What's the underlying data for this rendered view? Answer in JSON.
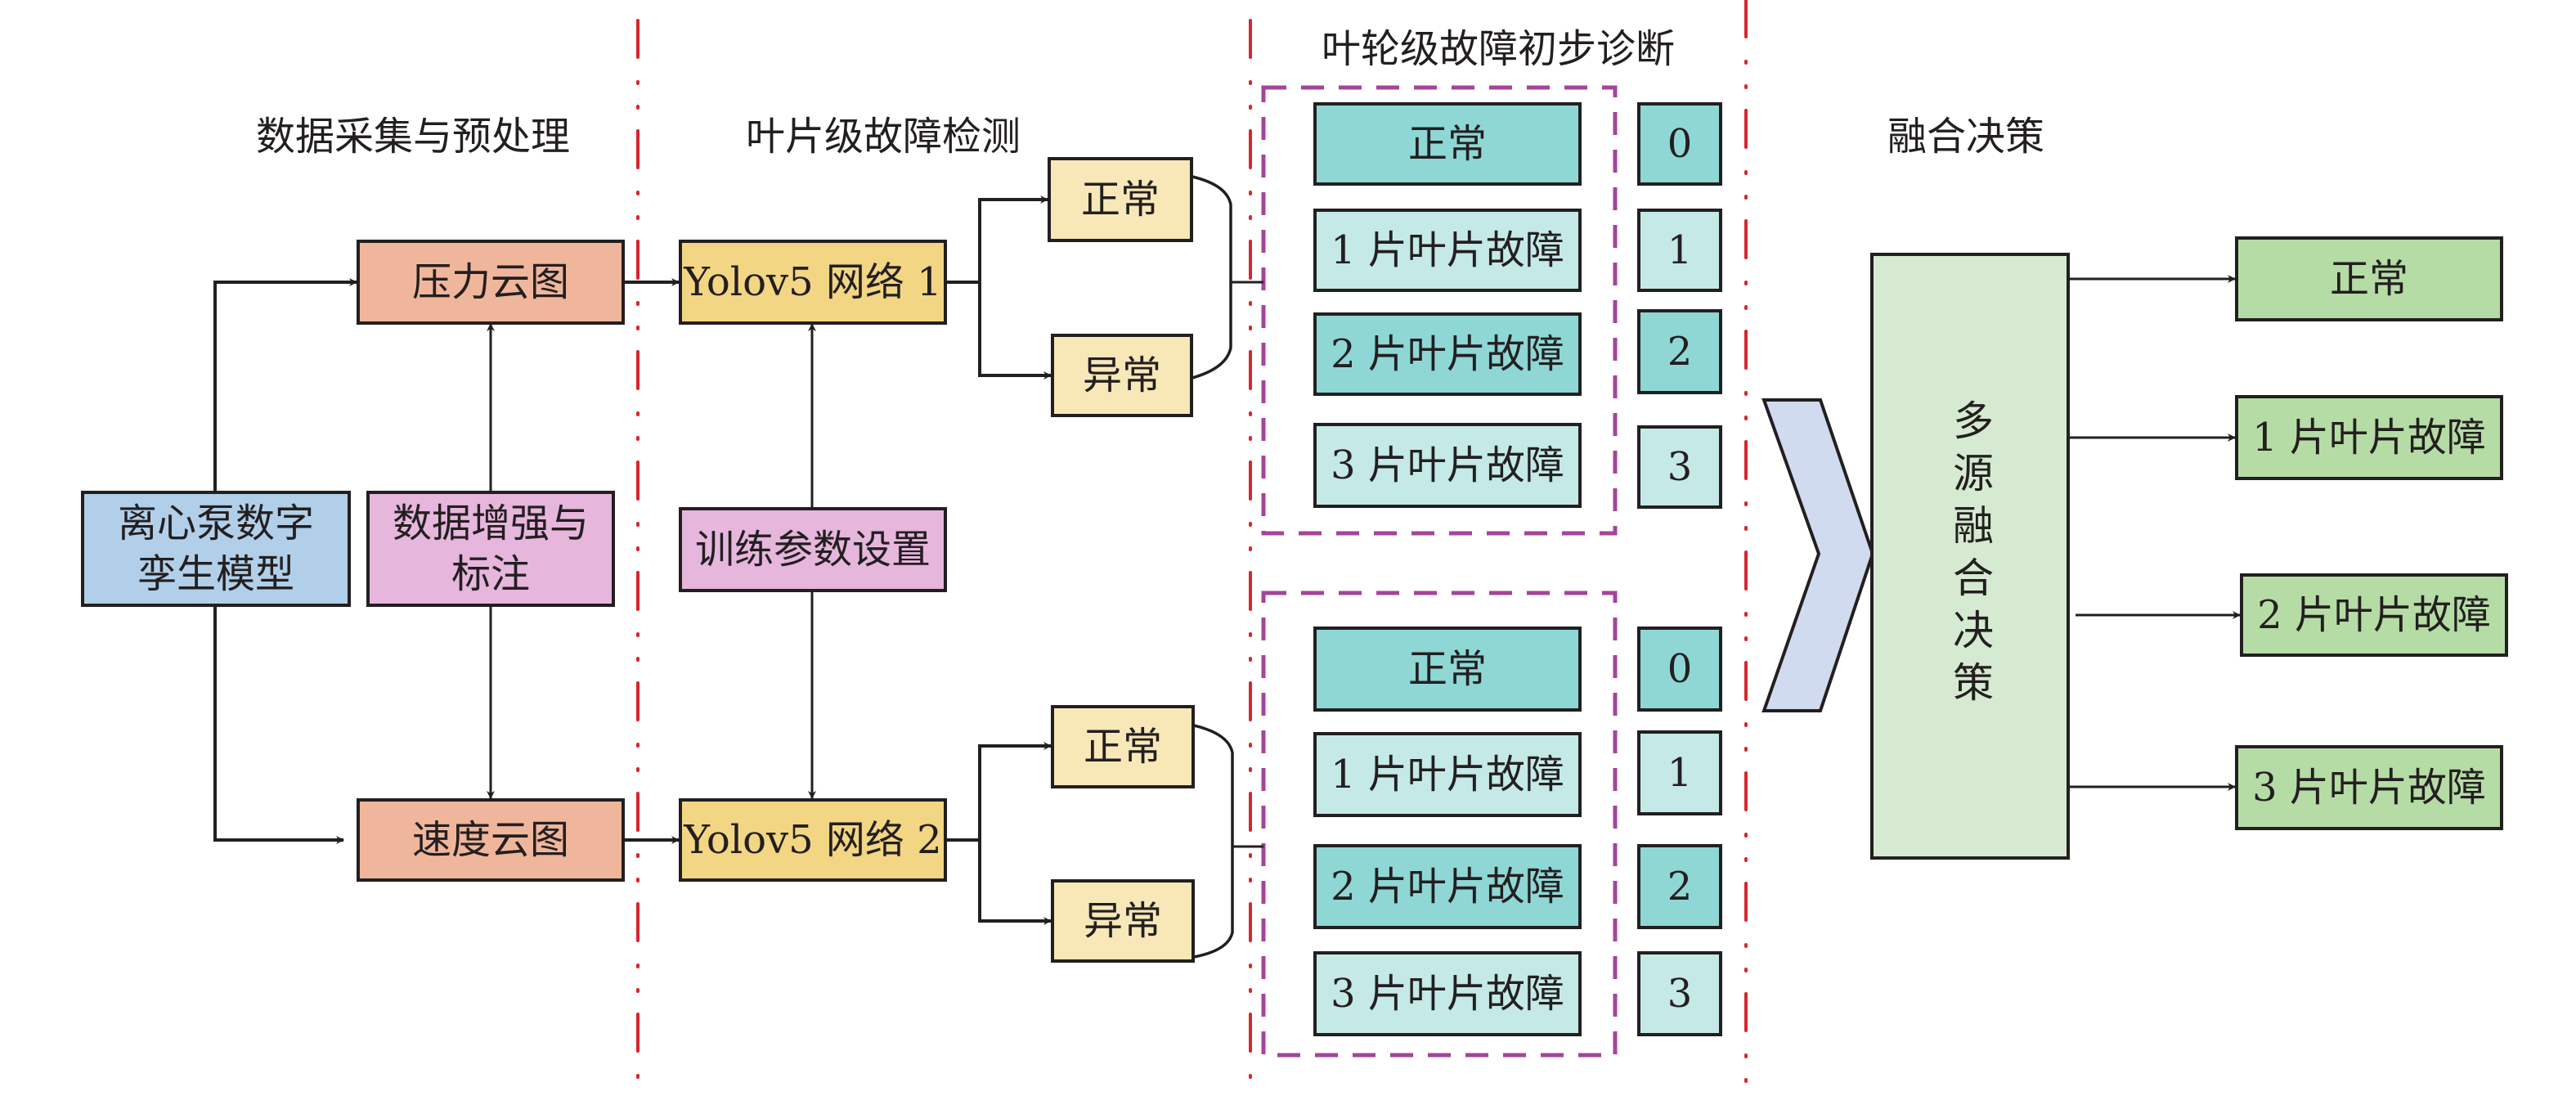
{
  "colors": {
    "line": "#231f20",
    "divider": "#d7262e",
    "group_border": "#a5449a",
    "twin_model": "#b1cfe8",
    "augment": "#e6b6dd",
    "cloud_map": "#f0b69b",
    "yolo": "#f2d684",
    "detect_result": "#f8e8b8",
    "teal_dark": "#8ed7d5",
    "teal_light": "#c4e9e7",
    "chevron": "#d1dbef",
    "fusion": "#d5ead0",
    "output": "#b5dca5"
  },
  "stages": {
    "acquisition": "数据采集与预处理",
    "blade_detection": "叶片级故障检测",
    "impeller_diagnosis": "叶轮级故障初步诊断",
    "fusion": "融合决策"
  },
  "acquisition": {
    "twin_model": "离心泵数字孪生模型",
    "augment": "数据增强与标注",
    "pressure_map": "压力云图",
    "velocity_map": "速度云图"
  },
  "detection": {
    "network1": "Yolov5 网络 1",
    "network2": "Yolov5 网络 2",
    "training": "训练参数设置",
    "branch1": {
      "normal": "正常",
      "abnormal": "异常"
    },
    "branch2": {
      "normal": "正常",
      "abnormal": "异常"
    }
  },
  "diagnosis": {
    "group1": [
      {
        "label": "正常",
        "code": "0"
      },
      {
        "label": "1 片叶片故障",
        "code": "1"
      },
      {
        "label": "2 片叶片故障",
        "code": "2"
      },
      {
        "label": "3 片叶片故障",
        "code": "3"
      }
    ],
    "group2": [
      {
        "label": "正常",
        "code": "0"
      },
      {
        "label": "1 片叶片故障",
        "code": "1"
      },
      {
        "label": "2 片叶片故障",
        "code": "2"
      },
      {
        "label": "3 片叶片故障",
        "code": "3"
      }
    ]
  },
  "fusion": {
    "decision": "多源融合决策",
    "outputs": [
      "正常",
      "1 片叶片故障",
      "2 片叶片故障",
      "3 片叶片故障"
    ]
  }
}
